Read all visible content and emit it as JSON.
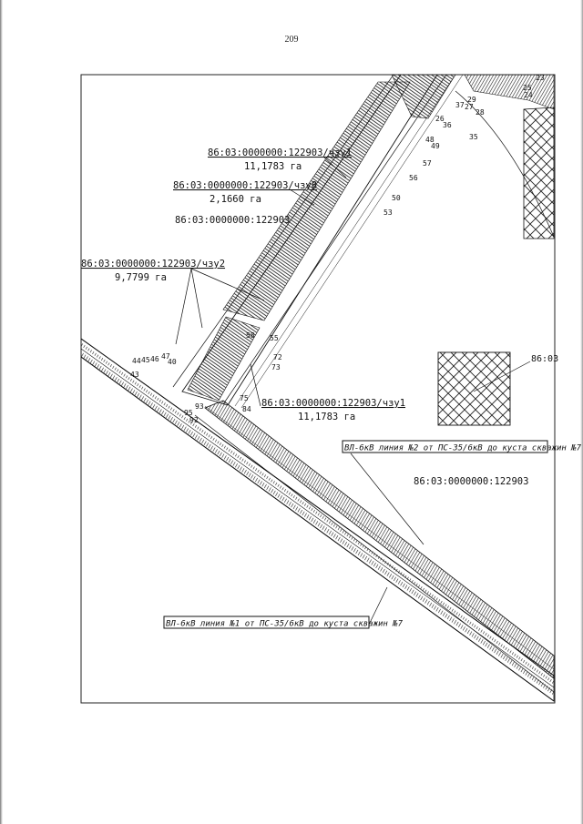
{
  "page_number": "209",
  "parcels": [
    {
      "id": "86:03:0000000:122903/чзу1",
      "area": "11,1783 га"
    },
    {
      "id": "86:03:0000000:122903/чзу8",
      "area": "2,1660 га"
    },
    {
      "id": "86:03:0000000:122903/чзу2",
      "area": "9,7799 га"
    },
    {
      "id": "86:03:0000000:122903/чзу1",
      "area": "11,1783 га"
    }
  ],
  "base_parcel_labels": [
    "86:03:0000000:122903",
    "86:03:0000000:122903"
  ],
  "hatched_area_label": "86:03",
  "power_lines": [
    "ВЛ-6кВ линия №2 от ПС-35/6кВ до куста скважин №7",
    "ВЛ-6кВ линия №1 от ПС-35/6кВ до куста скважин №7"
  ],
  "point_numbers": [
    "23",
    "24",
    "25",
    "26",
    "27",
    "28",
    "29",
    "35",
    "36",
    "37",
    "48",
    "49",
    "50",
    "53",
    "56",
    "57",
    "58",
    "55",
    "72",
    "73",
    "75",
    "84",
    "44",
    "45",
    "46",
    "47",
    "40",
    "43",
    "95",
    "92",
    "93"
  ],
  "colors": {
    "line": "#111111",
    "hatch": "#222222",
    "paper": "#ffffff"
  }
}
